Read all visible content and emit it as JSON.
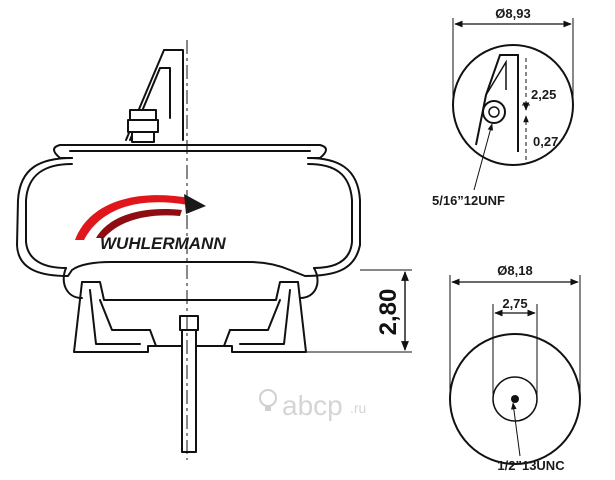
{
  "brand": {
    "name": "WUHLERMANN",
    "colors": {
      "swoosh_red": "#e0161c",
      "swoosh_dark": "#8d0d12",
      "text": "#1a1a1a"
    }
  },
  "side_view": {
    "height_label": "2,80"
  },
  "top_plate": {
    "diameter_label": "Ø8,93",
    "offset_upper_label": "2,25",
    "offset_lower_label": "0,27",
    "thread_label": "5/16”12UNF"
  },
  "bottom_plate": {
    "diameter_label": "Ø8,18",
    "offset_label": "2,75",
    "thread_label": "1/2”13UNC"
  },
  "watermark": {
    "text": "abcp",
    "suffix": ".ru",
    "icon": "bulb-icon"
  }
}
